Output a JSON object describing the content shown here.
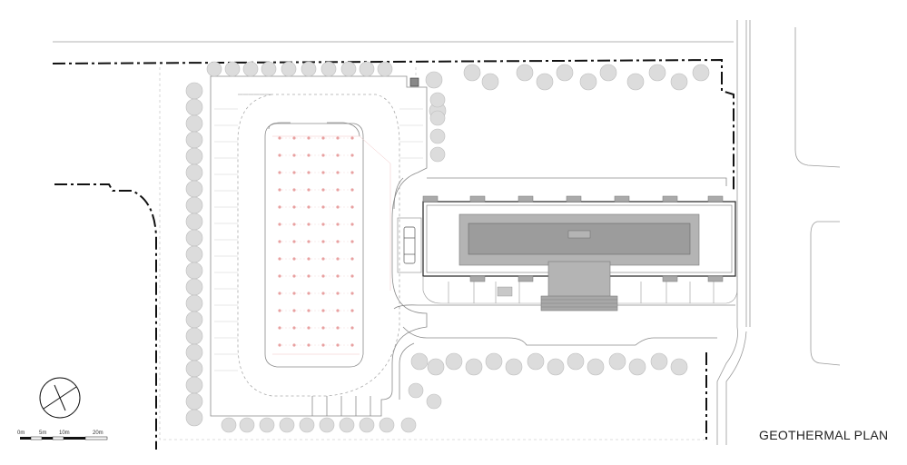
{
  "title": "GEOTHERMAL PLAN",
  "scale_bar": {
    "labels": [
      "0m",
      "5m",
      "10m",
      "20m"
    ]
  },
  "colors": {
    "line": "#8a8a8a",
    "dark_line": "#111111",
    "tree": "#dcdcdc",
    "tree_outline": "#bdbdbd",
    "roof": "#a8a8a8",
    "roof_inner": "#9a9a9a",
    "geothermal_bore": "#e8a0a0"
  },
  "icons": [
    "north-arrow-icon",
    "tree-icon",
    "vehicle-icon"
  ]
}
